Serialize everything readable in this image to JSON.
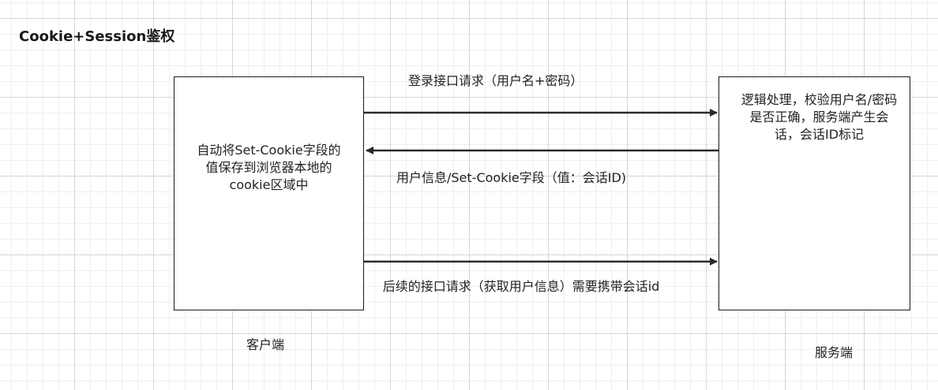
{
  "title": "Cookie+Session鉴权",
  "client": {
    "box_text": "自动将Set-Cookie字段的值保存到浏览器本地的cookie区域中",
    "caption": "客户端"
  },
  "server": {
    "box_text": "逻辑处理，校验用户名/密码是否正确，服务端产生会话，会话ID标记",
    "caption": "服务端"
  },
  "arrows": [
    {
      "label": "登录接口请求（用户名+密码）",
      "direction": "client-to-server"
    },
    {
      "label": "用户信息/Set-Cookie字段（值：会话ID)",
      "direction": "server-to-client"
    },
    {
      "label": "后续的接口请求（获取用户信息）需要携带会话id",
      "direction": "client-to-server"
    }
  ],
  "colors": {
    "line": "#2b2b2b",
    "grid_major": "#d6d6d6",
    "grid_minor": "#efefef"
  }
}
